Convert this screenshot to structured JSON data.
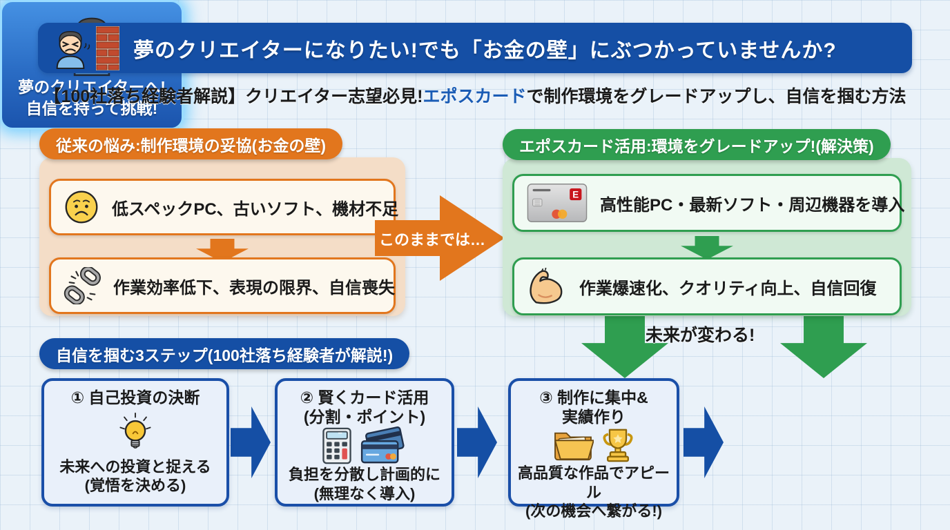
{
  "banner": {
    "title": "夢のクリエイターになりたい!でも「お金の壁」にぶつかっていませんか?",
    "bg_color": "#154fa5",
    "icons": [
      "frustrated-person-icon",
      "brick-wall-icon"
    ]
  },
  "subtitle": {
    "prefix": "【100社落ち経験者解説】クリエイター志望必見!",
    "highlight": "エポスカード",
    "suffix": "で制作環境をグレードアップし、自信を掴む方法",
    "highlight_color": "#1a5cb5"
  },
  "problem_section": {
    "header": "従来の悩み:制作環境の妥協(お金の壁)",
    "accent_color": "#e2761d",
    "items": [
      {
        "icon": "sad-face-icon",
        "text": "低スペックPC、古いソフト、機材不足"
      },
      {
        "icon": "broken-chain-icon",
        "text": "作業効率低下、表現の限界、自信喪失"
      }
    ]
  },
  "transition": {
    "label": "このままでは…"
  },
  "solution_section": {
    "header": "エポスカード活用:環境をグレードアップ!(解決策)",
    "accent_color": "#2f9e50",
    "items": [
      {
        "icon": "epos-card-icon",
        "text": "高性能PC・最新ソフト・周辺機器を導入"
      },
      {
        "icon": "muscle-icon",
        "text": "作業爆速化、クオリティ向上、自信回復"
      }
    ],
    "outcome_label": "未来が変わる!"
  },
  "steps_section": {
    "header": "自信を掴む3ステップ(100社落ち経験者が解説!)",
    "accent_color": "#1a4fa8",
    "steps": [
      {
        "title": "① 自己投資の決断",
        "icons": [
          "lightbulb-icon"
        ],
        "description": "未来への投資と捉える\n(覚悟を決める)"
      },
      {
        "title": "② 賢くカード活用\n(分割・ポイント)",
        "icons": [
          "calculator-icon",
          "credit-cards-icon"
        ],
        "description": "負担を分散し計画的に\n(無理なく導入)"
      },
      {
        "title": "③ 制作に集中&\n実績作り",
        "icons": [
          "folder-icon",
          "trophy-icon"
        ],
        "description": "高品質な作品でアピール\n(次の機会へ繋がる!)"
      }
    ],
    "goal": {
      "icon": "happy-person-icon",
      "text": "夢のクリエイターへ!\n自信を持って挑戦!"
    }
  }
}
